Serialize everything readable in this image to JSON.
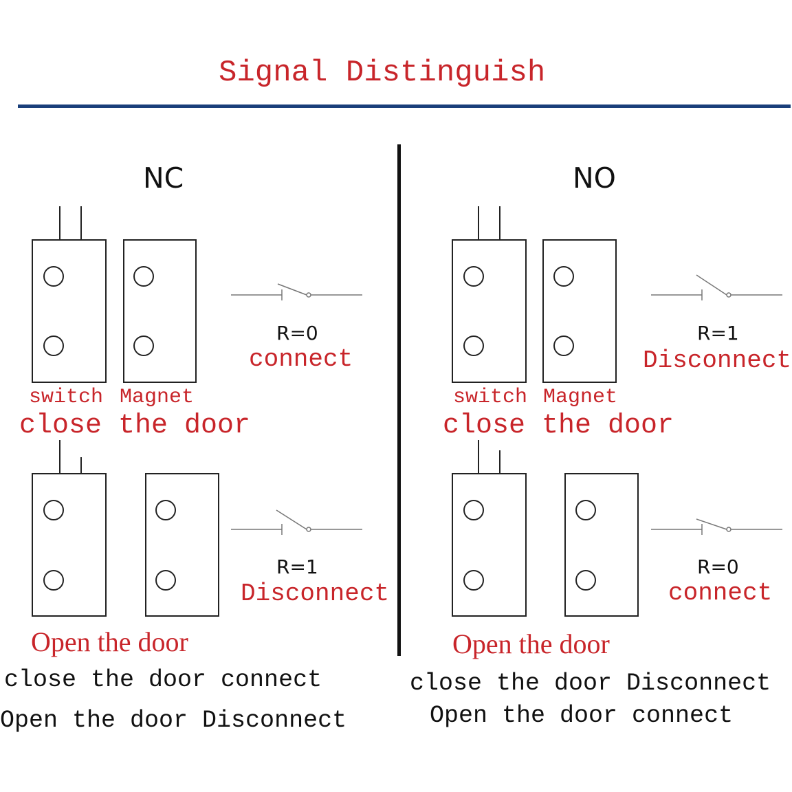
{
  "title": "Signal Distinguish",
  "colors": {
    "title": "#c8252a",
    "rule": "#1a3f7a",
    "ink": "#111111",
    "label": "#c8252a"
  },
  "nc": {
    "heading": "NC",
    "closed": {
      "resistance": "R=0",
      "state": "connect",
      "switch_label": "switch",
      "magnet_label": "Magnet",
      "caption": "close the door"
    },
    "open": {
      "resistance": "R=1",
      "state": "Disconnect",
      "caption": "Open the door"
    },
    "summary_close": "close the door connect",
    "summary_open": "Open the door Disconnect"
  },
  "no": {
    "heading": "NO",
    "closed": {
      "resistance": "R=1",
      "state": "Disconnect",
      "switch_label": "switch",
      "magnet_label": "Magnet",
      "caption": "close the door"
    },
    "open": {
      "resistance": "R=0",
      "state": "connect",
      "caption": "Open the door"
    },
    "summary_close": "close the door Disconnect",
    "summary_open": "Open the door connect"
  }
}
